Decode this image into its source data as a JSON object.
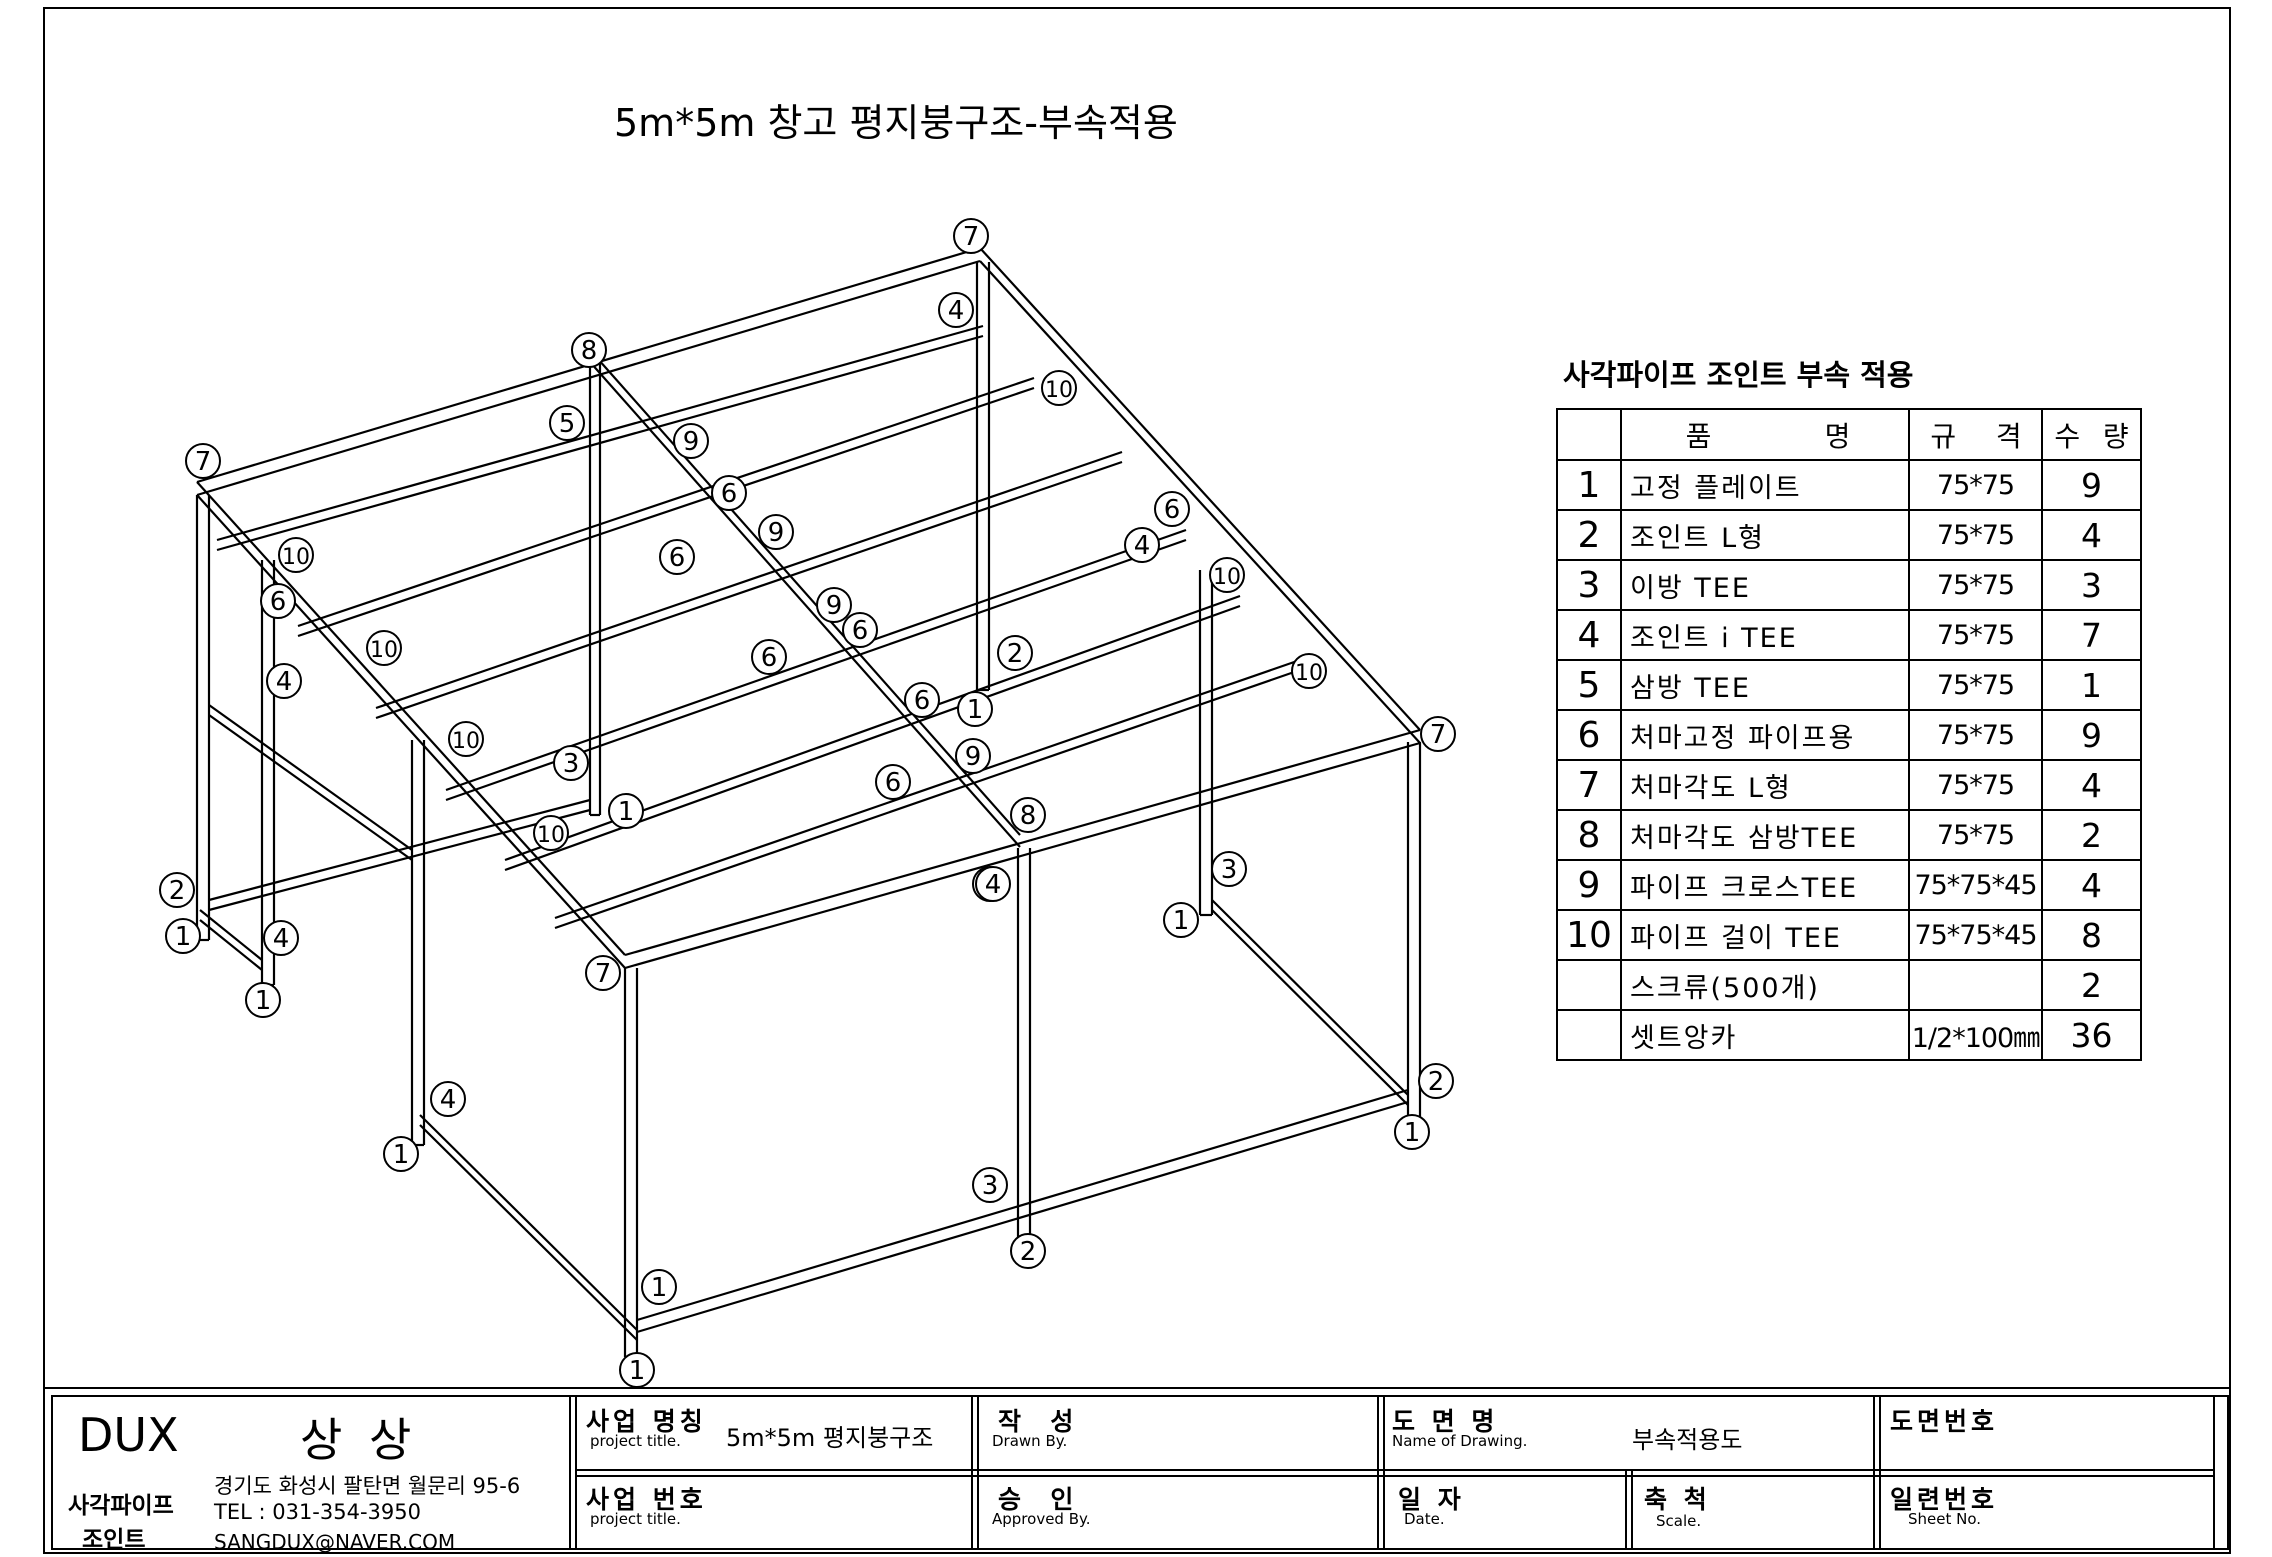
{
  "title": "5m*5m 창고 평지붕구조-부속적용",
  "parts_table": {
    "title": "사각파이프 조인트 부속 적용",
    "headers": {
      "name": [
        "품",
        "명"
      ],
      "spec": [
        "규",
        "격"
      ],
      "qty": [
        "수",
        "량"
      ]
    },
    "rows": [
      {
        "no": "1",
        "name": "고정 플레이트",
        "spec": "75*75",
        "qty": "9"
      },
      {
        "no": "2",
        "name": "조인트 L형",
        "spec": "75*75",
        "qty": "4"
      },
      {
        "no": "3",
        "name": "이방 TEE",
        "spec": "75*75",
        "qty": "3"
      },
      {
        "no": "4",
        "name": "조인트 i TEE",
        "spec": "75*75",
        "qty": "7"
      },
      {
        "no": "5",
        "name": "삼방 TEE",
        "spec": "75*75",
        "qty": "1"
      },
      {
        "no": "6",
        "name": "처마고정 파이프용",
        "spec": "75*75",
        "qty": "9"
      },
      {
        "no": "7",
        "name": "처마각도 L형",
        "spec": "75*75",
        "qty": "4"
      },
      {
        "no": "8",
        "name": "처마각도 삼방TEE",
        "spec": "75*75",
        "qty": "2"
      },
      {
        "no": "9",
        "name": "파이프 크로스TEE",
        "spec": "75*75*45",
        "qty": "4"
      },
      {
        "no": "10",
        "name": "파이프 걸이 TEE",
        "spec": "75*75*45",
        "qty": "8"
      },
      {
        "no": "",
        "name": "스크류(500개)",
        "spec": "",
        "qty": "2"
      },
      {
        "no": "",
        "name": "셋트앙카",
        "spec": "1/2*100㎜",
        "qty": "36"
      }
    ]
  },
  "callouts": [
    {
      "n": "7"
    },
    {
      "n": "4"
    },
    {
      "n": "8"
    },
    {
      "n": "10"
    },
    {
      "n": "5"
    },
    {
      "n": "9"
    },
    {
      "n": "6"
    },
    {
      "n": "7"
    },
    {
      "n": "10"
    },
    {
      "n": "6"
    },
    {
      "n": "4"
    },
    {
      "n": "10"
    },
    {
      "n": "6"
    },
    {
      "n": "9"
    },
    {
      "n": "6"
    },
    {
      "n": "9"
    },
    {
      "n": "6"
    },
    {
      "n": "10"
    },
    {
      "n": "4"
    },
    {
      "n": "10"
    },
    {
      "n": "2"
    },
    {
      "n": "6"
    },
    {
      "n": "10"
    },
    {
      "n": "1"
    },
    {
      "n": "6"
    },
    {
      "n": "3"
    },
    {
      "n": "9"
    },
    {
      "n": "7"
    },
    {
      "n": "6"
    },
    {
      "n": "1"
    },
    {
      "n": "8"
    },
    {
      "n": "10"
    },
    {
      "n": "2"
    },
    {
      "n": "4"
    },
    {
      "n": "4"
    },
    {
      "n": "3"
    },
    {
      "n": "1"
    },
    {
      "n": "4"
    },
    {
      "n": "1"
    },
    {
      "n": "7"
    },
    {
      "n": "1"
    },
    {
      "n": "4"
    },
    {
      "n": "2"
    },
    {
      "n": "1"
    },
    {
      "n": "1"
    },
    {
      "n": "3"
    },
    {
      "n": "1"
    },
    {
      "n": "2"
    },
    {
      "n": "1"
    }
  ],
  "title_block": {
    "company": "DUX",
    "company_kr": "상 상",
    "brand_line1": "사각파이프",
    "brand_line2": "조인트",
    "address": "경기도 화성시 팔탄면 월문리 95-6",
    "tel": "TEL : 031-354-3950",
    "email": "SANGDUX@NAVER.COM",
    "project_name_label": "사업 명칭",
    "project_name_sub": "project title.",
    "project_name_value": "5m*5m 평지붕구조",
    "project_no_label": "사업 번호",
    "project_no_sub": "project title.",
    "drawn_label": "작  성",
    "drawn_sub": "Drawn By.",
    "approved_label": "승  인",
    "approved_sub": "Approved By.",
    "drawing_name_label": "도 면 명",
    "drawing_name_sub": "Name of Drawing.",
    "drawing_name_value": "부속적용도",
    "date_label": "일 자",
    "date_sub": "Date.",
    "scale_label": "축 척",
    "scale_sub": "Scale.",
    "drawing_no_label": "도면번호",
    "sheet_no_label": "일련번호",
    "sheet_no_sub": "Sheet No."
  }
}
